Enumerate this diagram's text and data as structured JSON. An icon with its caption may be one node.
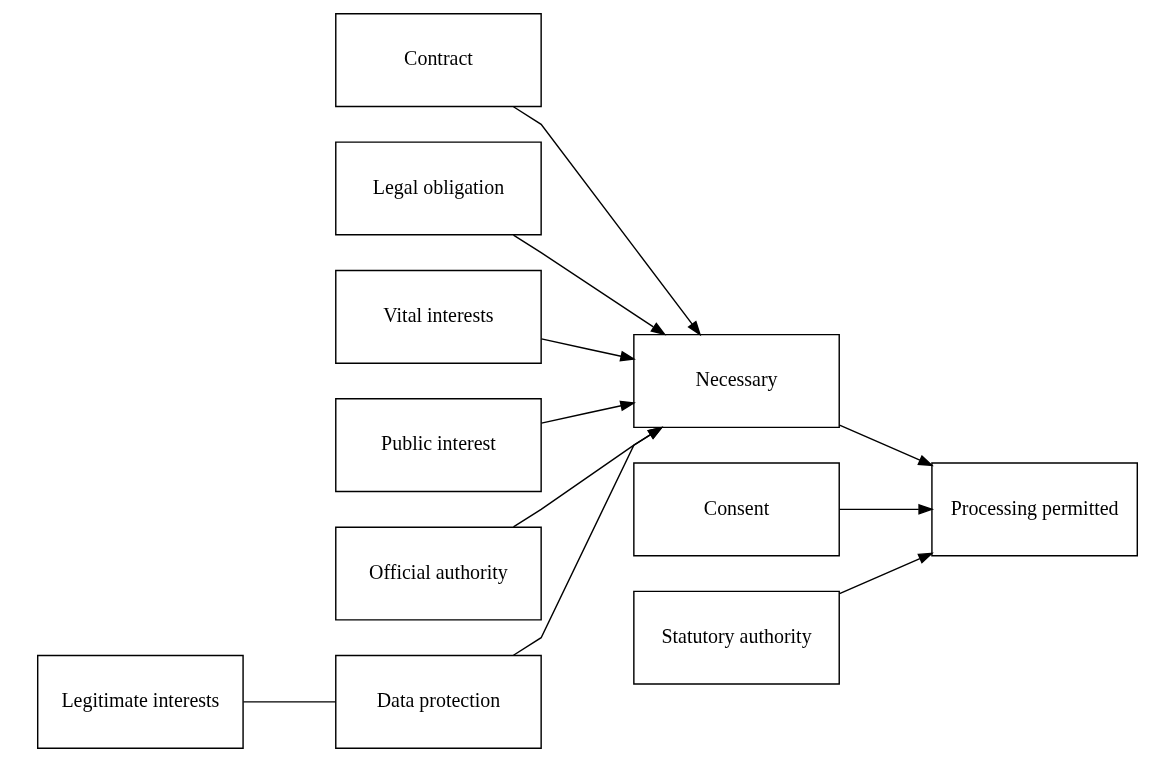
{
  "diagram": {
    "nodes": [
      {
        "text": [
          "Contract"
        ]
      },
      {
        "text": [
          "Legal obligation"
        ]
      },
      {
        "text": [
          "Vital interests"
        ]
      },
      {
        "text": [
          "Public interest"
        ]
      },
      {
        "text": [
          "Official authority"
        ]
      },
      {
        "text": [
          "Legitimate interests"
        ]
      },
      {
        "text": [
          "Data protection"
        ]
      },
      {
        "text": [
          "Consent"
        ]
      },
      {
        "text": [
          "Statutory authority"
        ]
      },
      {
        "text": [
          "Necessary"
        ]
      },
      {
        "text": [
          "Processing permitted"
        ]
      }
    ],
    "edges": [
      {
        "from": 0,
        "to": 9,
        "arrow": "to"
      },
      {
        "from": 1,
        "to": 9,
        "arrow": "to"
      },
      {
        "from": 2,
        "to": 9,
        "arrow": "to"
      },
      {
        "from": 3,
        "to": 9,
        "arrow": "to"
      },
      {
        "from": 4,
        "to": 9,
        "arrow": "to"
      },
      {
        "from": 6,
        "to": 9,
        "arrow": "to"
      },
      {
        "from": 5,
        "to": 6,
        "arrow": "none"
      },
      {
        "from": 7,
        "to": 10,
        "arrow": "to"
      },
      {
        "from": 8,
        "to": 10,
        "arrow": "to"
      },
      {
        "from": 9,
        "to": 10,
        "arrow": "to"
      }
    ]
  }
}
